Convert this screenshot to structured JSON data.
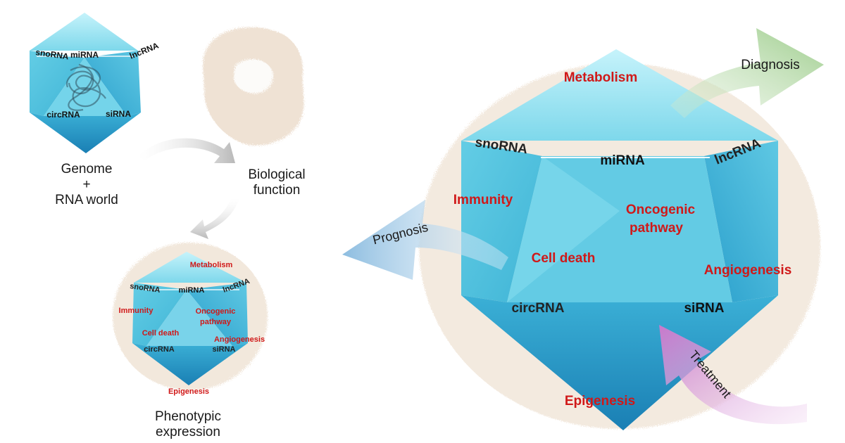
{
  "small_crystal": {
    "rna_labels": {
      "snorna": "snoRNA",
      "mirna": "miRNA",
      "lncrna": "lncRNA",
      "circrna": "circRNA",
      "sirna": "siRNA"
    }
  },
  "captions": {
    "genome_line1": "Genome",
    "genome_line2": "+",
    "genome_line3": "RNA world",
    "biological_line1": "Biological",
    "biological_line2": "function",
    "phenotypic_line1": "Phenotypic",
    "phenotypic_line2": "expression"
  },
  "medium_crystal": {
    "pathways": {
      "metabolism": "Metabolism",
      "immunity": "Immunity",
      "oncogenic_1": "Oncogenic",
      "oncogenic_2": "pathway",
      "cell_death": "Cell death",
      "angiogenesis": "Angiogenesis",
      "epigenesis": "Epigenesis"
    },
    "rna_labels": {
      "snorna": "snoRNA",
      "mirna": "miRNA",
      "lncrna": "lncRNA",
      "circrna": "circRNA",
      "sirna": "siRNA"
    }
  },
  "large_crystal": {
    "pathways": {
      "metabolism": "Metabolism",
      "immunity": "Immunity",
      "oncogenic_1": "Oncogenic",
      "oncogenic_2": "pathway",
      "cell_death": "Cell death",
      "angiogenesis": "Angiogenesis",
      "epigenesis": "Epigenesis"
    },
    "rna_labels": {
      "snorna": "snoRNA",
      "mirna": "miRNA",
      "lncrna": "lncRNA",
      "circrna": "circRNA",
      "sirna": "siRNA"
    }
  },
  "arrows": {
    "diagnosis": "Diagnosis",
    "prognosis": "Prognosis",
    "treatment": "Treatment"
  },
  "colors": {
    "pathway_red": "#d01818",
    "crystal_light": "#9fe6f3",
    "crystal_mid": "#4fc3dc",
    "crystal_dark": "#1b86b8",
    "protein_blob": "#e9dccd",
    "diagnosis_arrow": "#a9d29a",
    "prognosis_arrow": "#9fc6e3",
    "treatment_arrow": "#d78fd8",
    "flow_arrow": "#c8c8c8"
  }
}
